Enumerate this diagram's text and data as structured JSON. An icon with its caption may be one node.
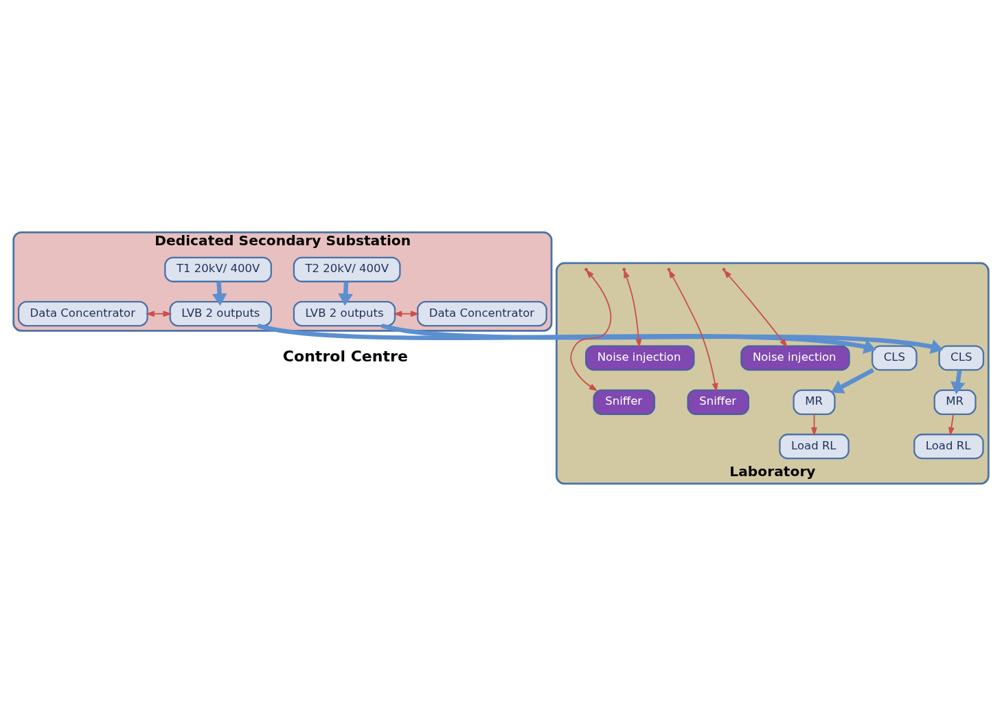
{
  "diagram": {
    "nodes": [
      {
        "text": [
          "Dedicated Secondary Substation"
        ]
      },
      {
        "text": [
          "T1 20kV/ 400V"
        ],
        "in": 0
      },
      {
        "text": [
          "T2 20kV/ 400V"
        ],
        "in": 0
      },
      {
        "text": [
          "Data Concentrator"
        ],
        "in": 0
      },
      {
        "text": [
          "LVB 2 outputs"
        ],
        "in": 0
      },
      {
        "text": [
          "LVB 2 outputs"
        ],
        "in": 0
      },
      {
        "text": [
          "Data Concentrator"
        ],
        "in": 0
      },
      {
        "text": [
          "Laboratory"
        ]
      },
      {
        "text": [
          "Noise injection"
        ],
        "in": 7
      },
      {
        "text": [
          "CLS"
        ],
        "in": 7
      },
      {
        "text": [
          "CLS"
        ],
        "in": 7
      },
      {
        "text": [
          "Noise injection"
        ],
        "in": 7
      },
      {
        "text": [
          "Sniffer"
        ],
        "in": 7
      },
      {
        "text": [
          "MR"
        ],
        "in": 7
      },
      {
        "text": [
          "MR"
        ],
        "in": 7
      },
      {
        "text": [
          "Sniffer"
        ],
        "in": 7
      },
      {
        "text": [
          "Load RL"
        ],
        "in": 7
      },
      {
        "text": [
          "Load RL"
        ],
        "in": 7
      }
    ],
    "edges": [
      {
        "from": 1,
        "to": 4,
        "arrow": "to",
        "style": "thick",
        "color": "#5b8fd0"
      },
      {
        "from": 2,
        "to": 5,
        "arrow": "to",
        "style": "thick",
        "color": "#5b8fd0"
      },
      {
        "from": 3,
        "to": 4,
        "arrow": "both"
      },
      {
        "from": 5,
        "to": 6,
        "arrow": "both"
      },
      {
        "from": 4,
        "to": 9,
        "arrow": "to",
        "style": "thick",
        "color": "#5b8fd0"
      },
      {
        "from": 5,
        "to": 10,
        "arrow": "to",
        "style": "thick",
        "color": "#5b8fd0"
      },
      {
        "from": 9,
        "to": 13,
        "arrow": "to",
        "style": "thick",
        "color": "#5b8fd0"
      },
      {
        "from": 10,
        "to": 14,
        "arrow": "to",
        "style": "thick",
        "color": "#5b8fd0"
      },
      {
        "from": 8,
        "to": null,
        "arrow": "both"
      },
      {
        "from": 12,
        "to": null,
        "arrow": "both"
      },
      {
        "from": 11,
        "to": null,
        "arrow": "both"
      },
      {
        "from": 15,
        "to": null,
        "arrow": "both"
      },
      {
        "from": 13,
        "to": 16,
        "arrow": "to"
      },
      {
        "from": 14,
        "to": 17,
        "arrow": "to"
      }
    ],
    "labels": [
      "Control Centre"
    ]
  }
}
